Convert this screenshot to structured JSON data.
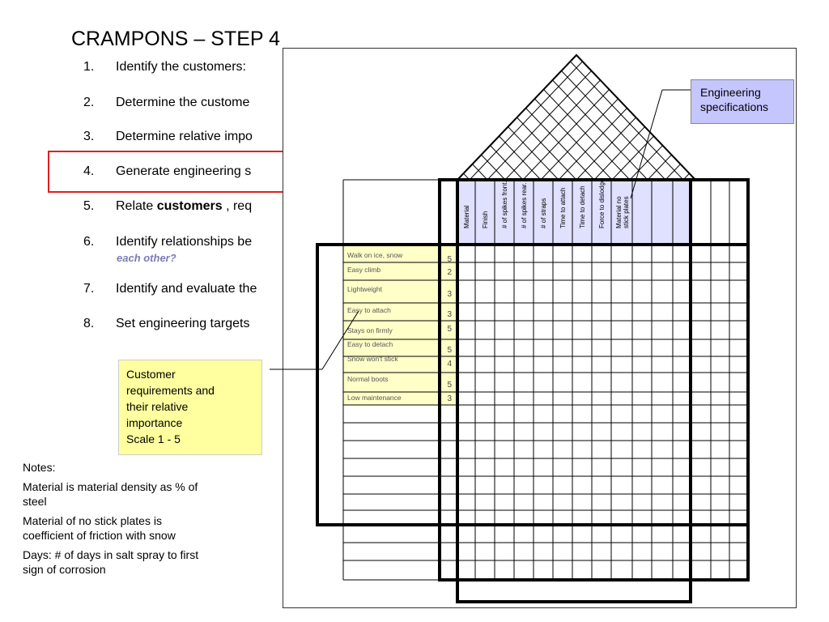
{
  "title": "CRAMPONS – STEP 4",
  "steps": [
    {
      "num": "1.",
      "text": "Identify the customers:"
    },
    {
      "num": "2.",
      "text": "Determine the custome"
    },
    {
      "num": "3.",
      "text": "Determine relative impo"
    },
    {
      "num": "4.",
      "text": "Generate engineering s"
    },
    {
      "num": "5.",
      "text_pre": "Relate ",
      "text_bold": "customers",
      "text_post": " , req"
    },
    {
      "num": "6.",
      "text": "Identify relationships be"
    },
    {
      "num": "7.",
      "text": "Identify and evaluate the"
    },
    {
      "num": "8.",
      "text": "Set engineering targets"
    }
  ],
  "step6_sub": "each other?",
  "engineering_callout": {
    "line1": "Engineering",
    "line2": "specifications"
  },
  "customer_callout": {
    "lines": [
      "Customer",
      "requirements and",
      "their relative",
      "importance",
      "Scale 1 - 5"
    ]
  },
  "notes": {
    "heading": "Notes:",
    "items": [
      "Material is material density as % of steel",
      "Material of no stick plates is coefficient of friction with snow",
      "Days:  # of days in salt spray to first sign of corrosion"
    ]
  },
  "specs": [
    "Material",
    "Finish",
    "# of spikes front.",
    "# of spikes rear.",
    "# of straps",
    "Time to attach",
    "Time to detach",
    "Force to dislodge",
    "Material no stick plates"
  ],
  "requirements": [
    {
      "label": "Walk on ice, snow",
      "importance": "5"
    },
    {
      "label": "Easy climb",
      "importance": "2"
    },
    {
      "label": "Lightweight",
      "importance": "3"
    },
    {
      "label": "Easy to attach",
      "importance": "3"
    },
    {
      "label": "Stays on firmly",
      "importance": "5"
    },
    {
      "label": "Easy to detach",
      "importance": "5"
    },
    {
      "label": "Snow won't stick",
      "importance": "4"
    },
    {
      "label": "Normal boots",
      "importance": "5"
    },
    {
      "label": "Low maintenance",
      "importance": "3"
    }
  ],
  "colors": {
    "spec_fill": "#e0e0ff",
    "req_fill": "#ffffc8",
    "callout_eng": "#c6c6ff",
    "callout_cust": "#ffffa0",
    "highlight": "#e02020",
    "label_text": "#555555"
  }
}
